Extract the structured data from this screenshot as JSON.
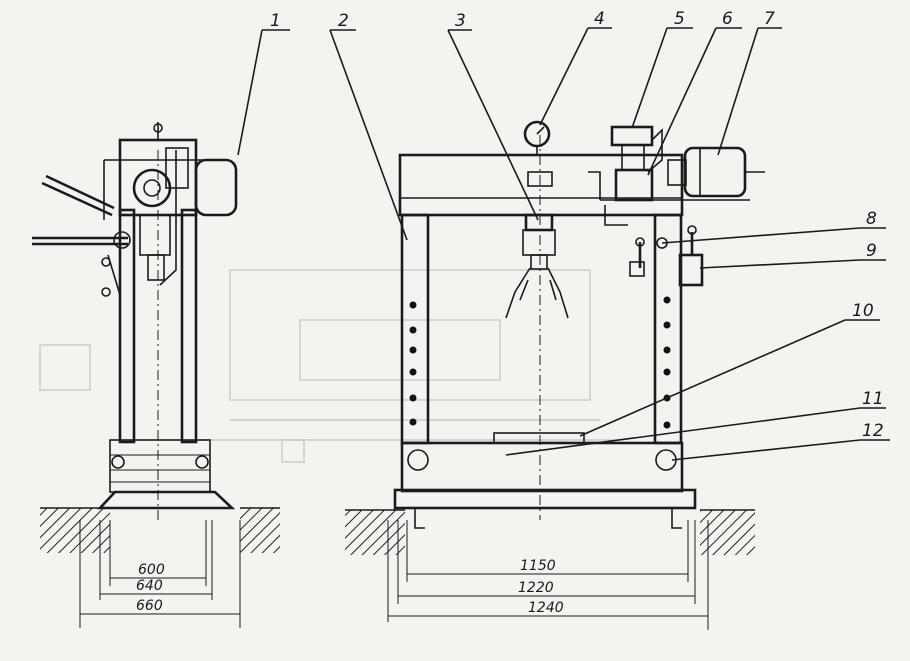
{
  "callouts": [
    "1",
    "2",
    "3",
    "4",
    "5",
    "6",
    "7",
    "8",
    "9",
    "10",
    "11",
    "12"
  ],
  "dimensions": {
    "side_view": [
      "600",
      "640",
      "660"
    ],
    "front_view": [
      "1150",
      "1220",
      "1240"
    ]
  }
}
